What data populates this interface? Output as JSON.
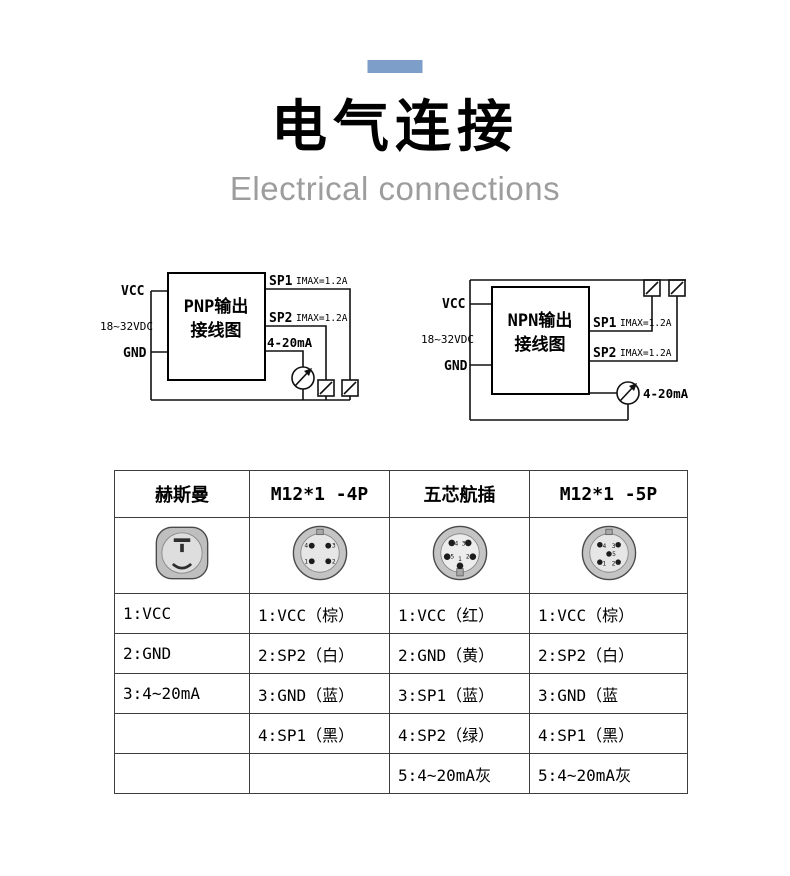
{
  "page": {
    "title": "电气连接",
    "subtitle": "Electrical connections",
    "accent_color": "#7d9ec8"
  },
  "diagrams": {
    "pnp": {
      "box_line1": "PNP输出",
      "box_line2": "接线图",
      "vcc": "VCC",
      "supply": "18~32VDC",
      "gnd": "GND",
      "sp1": "SP1",
      "sp1_imax": "IMAX=1.2A",
      "sp2": "SP2",
      "sp2_imax": "IMAX=1.2A",
      "analog_out": "4-20mA"
    },
    "npn": {
      "box_line1": "NPN输出",
      "box_line2": "接线图",
      "vcc": "VCC",
      "supply": "18~32VDC",
      "gnd": "GND",
      "sp1": "SP1",
      "sp1_imax": "IMAX=1.2A",
      "sp2": "SP2",
      "sp2_imax": "IMAX=1.2A",
      "analog_out": "4-20mA"
    }
  },
  "table": {
    "headers": [
      "赫斯曼",
      "M12*1 -4P",
      "五芯航插",
      "M12*1 -5P"
    ],
    "connectors": [
      {
        "type": "hirschmann",
        "pins": []
      },
      {
        "type": "m12-4p",
        "pins": [
          "4",
          "3",
          "1",
          "2"
        ]
      },
      {
        "type": "aviation-5p",
        "pins": [
          "4",
          "3",
          "5",
          "2",
          "1"
        ]
      },
      {
        "type": "m12-5p",
        "pins": [
          "4",
          "3",
          "5",
          "1",
          "2"
        ]
      }
    ],
    "rows": [
      [
        "1:VCC",
        "1:VCC（棕）",
        "1:VCC（红）",
        "1:VCC（棕）"
      ],
      [
        "2:GND",
        "2:SP2（白）",
        "2:GND（黄）",
        "2:SP2（白）"
      ],
      [
        "3:4~20mA",
        "3:GND（蓝）",
        "3:SP1（蓝）",
        "3:GND（蓝"
      ],
      [
        "",
        "4:SP1（黑）",
        "4:SP2（绿）",
        "4:SP1（黑）"
      ],
      [
        "",
        "",
        "5:4~20mA灰",
        "5:4~20mA灰"
      ]
    ]
  }
}
